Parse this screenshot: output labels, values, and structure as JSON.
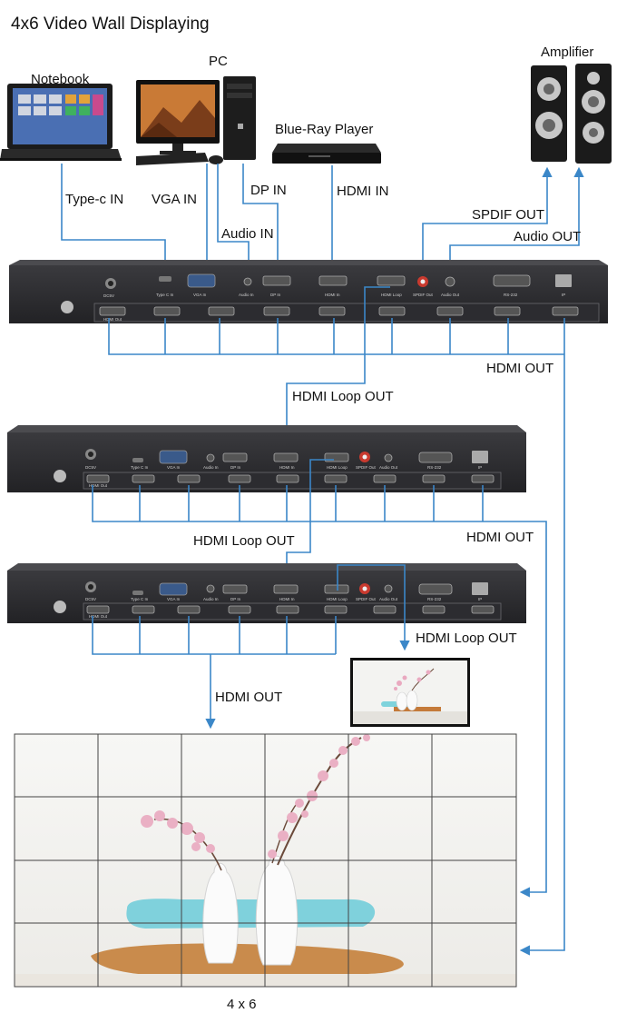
{
  "title": "4x6 Video Wall Displaying",
  "sources": {
    "notebook": "Notebook",
    "pc": "PC",
    "bluray": "Blue-Ray Player",
    "amplifier": "Amplifier"
  },
  "connections": {
    "typec_in": "Type-c IN",
    "vga_in": "VGA IN",
    "dp_in": "DP IN",
    "hdmi_in": "HDMI IN",
    "audio_in": "Audio IN",
    "spdif_out": "SPDIF OUT",
    "audio_out": "Audio OUT",
    "hdmi_out_1": "HDMI OUT",
    "hdmi_loop_out_1": "HDMI Loop OUT",
    "hdmi_loop_out_2": "HDMI Loop OUT",
    "hdmi_out_2": "HDMI OUT",
    "hdmi_loop_out_3": "HDMI Loop OUT",
    "hdmi_out_3": "HDMI OUT"
  },
  "device_ports": {
    "power": "DC5V",
    "typec": "Type C In",
    "vga": "VGA In",
    "audio_in": "Audio In",
    "dp": "DP In",
    "hdmi_in": "HDMI In",
    "hdmi_loop": "HDMI Loop",
    "spdif": "SPDIF Out",
    "audio_out": "Audio Out",
    "rs232": "RS-232",
    "ip": "IP",
    "hdmi_out": "HDMI Out"
  },
  "wall": {
    "rows": 4,
    "cols": 6,
    "caption": "4 x 6"
  },
  "colors": {
    "wire": "#3b87c8",
    "device": "#1e1e20"
  }
}
